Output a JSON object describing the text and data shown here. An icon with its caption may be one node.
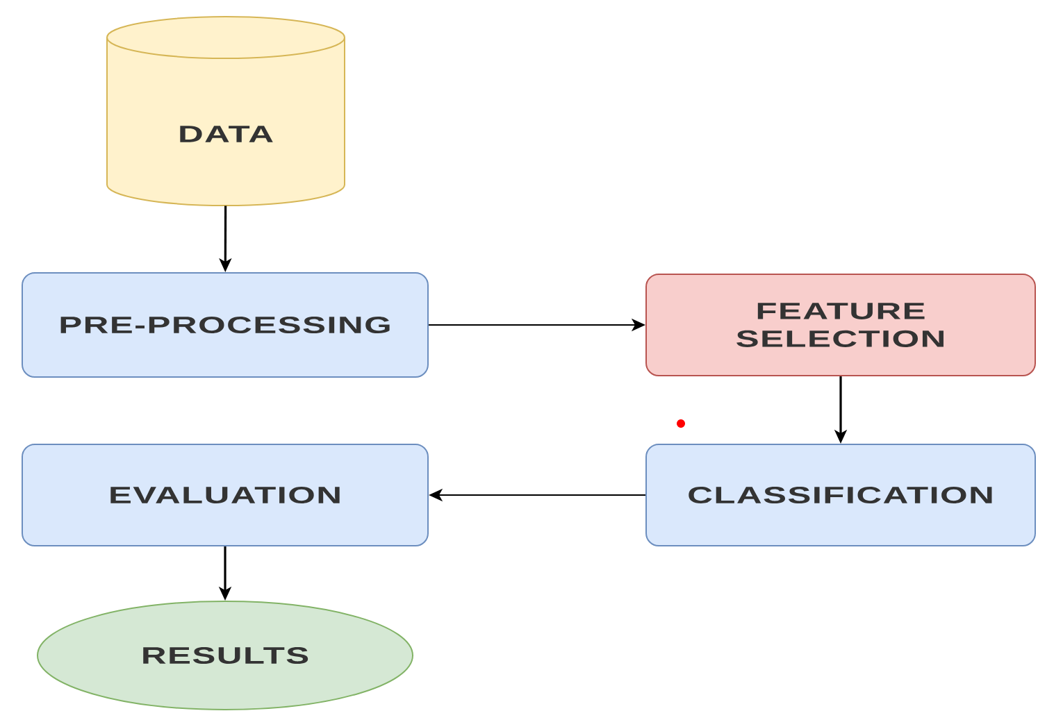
{
  "diagram": {
    "nodes": [
      {
        "text": [
          "DATA"
        ]
      },
      {
        "text": [
          "PRE-PROCESSING"
        ]
      },
      {
        "text": [
          "FEATURE SELECTION"
        ]
      },
      {
        "text": [
          "EVALUATION"
        ]
      },
      {
        "text": [
          "CLASSIFICATION"
        ]
      },
      {
        "text": [
          "RESULTS"
        ]
      }
    ],
    "edges": [
      {
        "from": 0,
        "to": 1,
        "arrow": "to"
      },
      {
        "from": 1,
        "to": 2,
        "arrow": "to"
      },
      {
        "from": 2,
        "to": 4,
        "arrow": "to"
      },
      {
        "from": 4,
        "to": 3,
        "arrow": "to"
      },
      {
        "from": 3,
        "to": 5,
        "arrow": "to"
      }
    ]
  }
}
